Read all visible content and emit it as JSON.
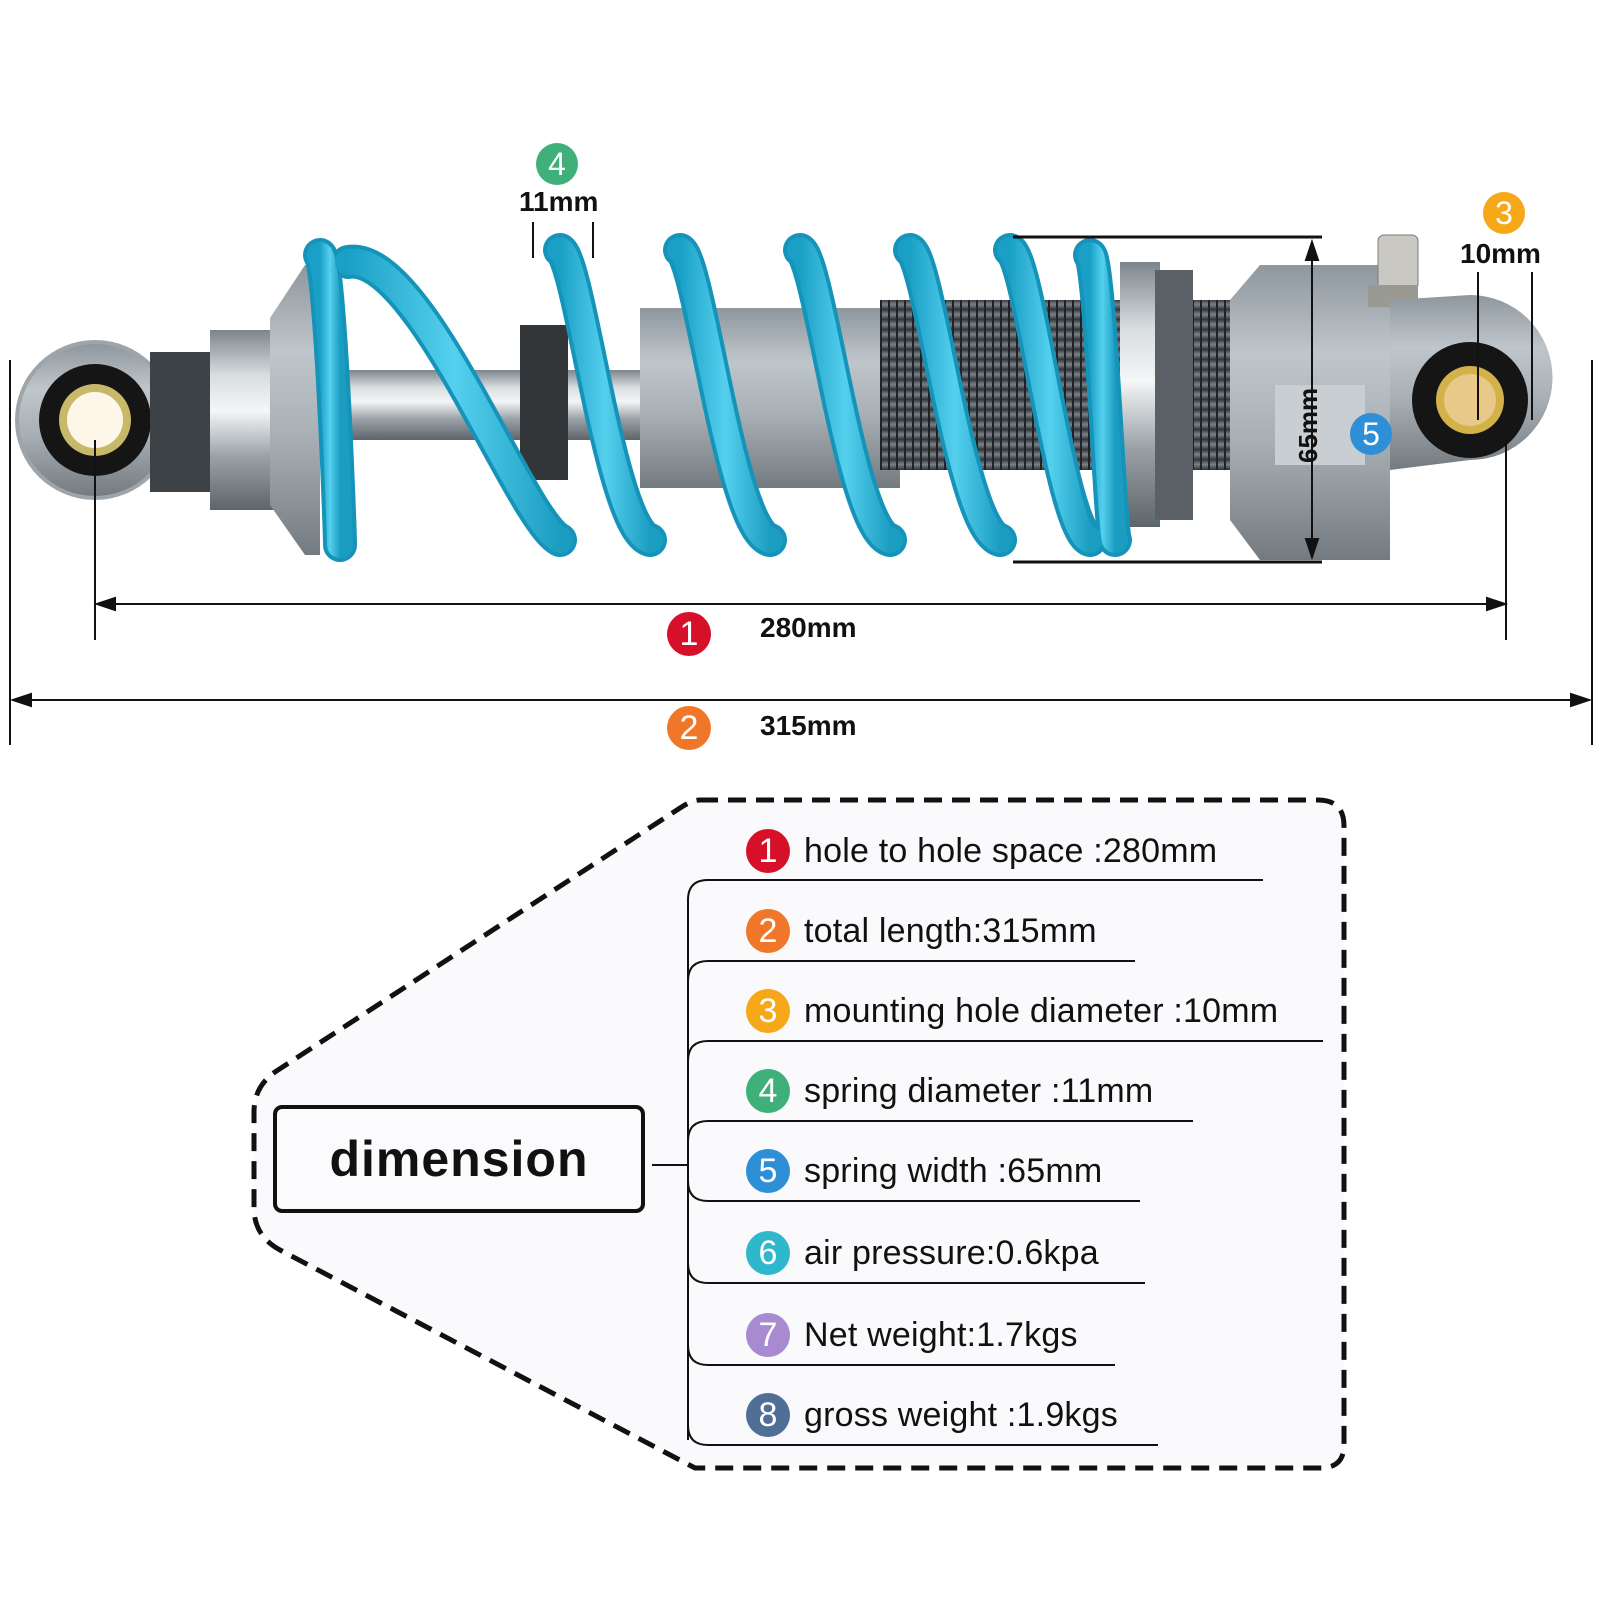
{
  "product": "coil-over shock absorber",
  "colors": {
    "spring": "#3bbfe0",
    "badge_1": "#d7102a",
    "badge_2": "#f0772a",
    "badge_3": "#f7a818",
    "badge_4": "#3fb07a",
    "badge_5": "#2f8fd6",
    "badge_6": "#2fb7cc",
    "badge_7": "#a88ad0",
    "badge_8": "#4f6f96"
  },
  "callouts": [
    {
      "num": "1",
      "label": "280mm"
    },
    {
      "num": "2",
      "label": "315mm"
    },
    {
      "num": "3",
      "label": "10mm"
    },
    {
      "num": "4",
      "label": "11mm"
    },
    {
      "num": "5",
      "label": "65mm"
    }
  ],
  "dimension_box": {
    "title": "dimension"
  },
  "specs": [
    {
      "num": "1",
      "text": "hole to hole space :280mm"
    },
    {
      "num": "2",
      "text": "total length:315mm"
    },
    {
      "num": "3",
      "text": "mounting hole diameter :10mm"
    },
    {
      "num": "4",
      "text": "spring diameter :11mm"
    },
    {
      "num": "5",
      "text": "spring width :65mm"
    },
    {
      "num": "6",
      "text": "air pressure:0.6kpa"
    },
    {
      "num": "7",
      "text": "Net weight:1.7kgs"
    },
    {
      "num": "8",
      "text": "gross weight :1.9kgs"
    }
  ]
}
